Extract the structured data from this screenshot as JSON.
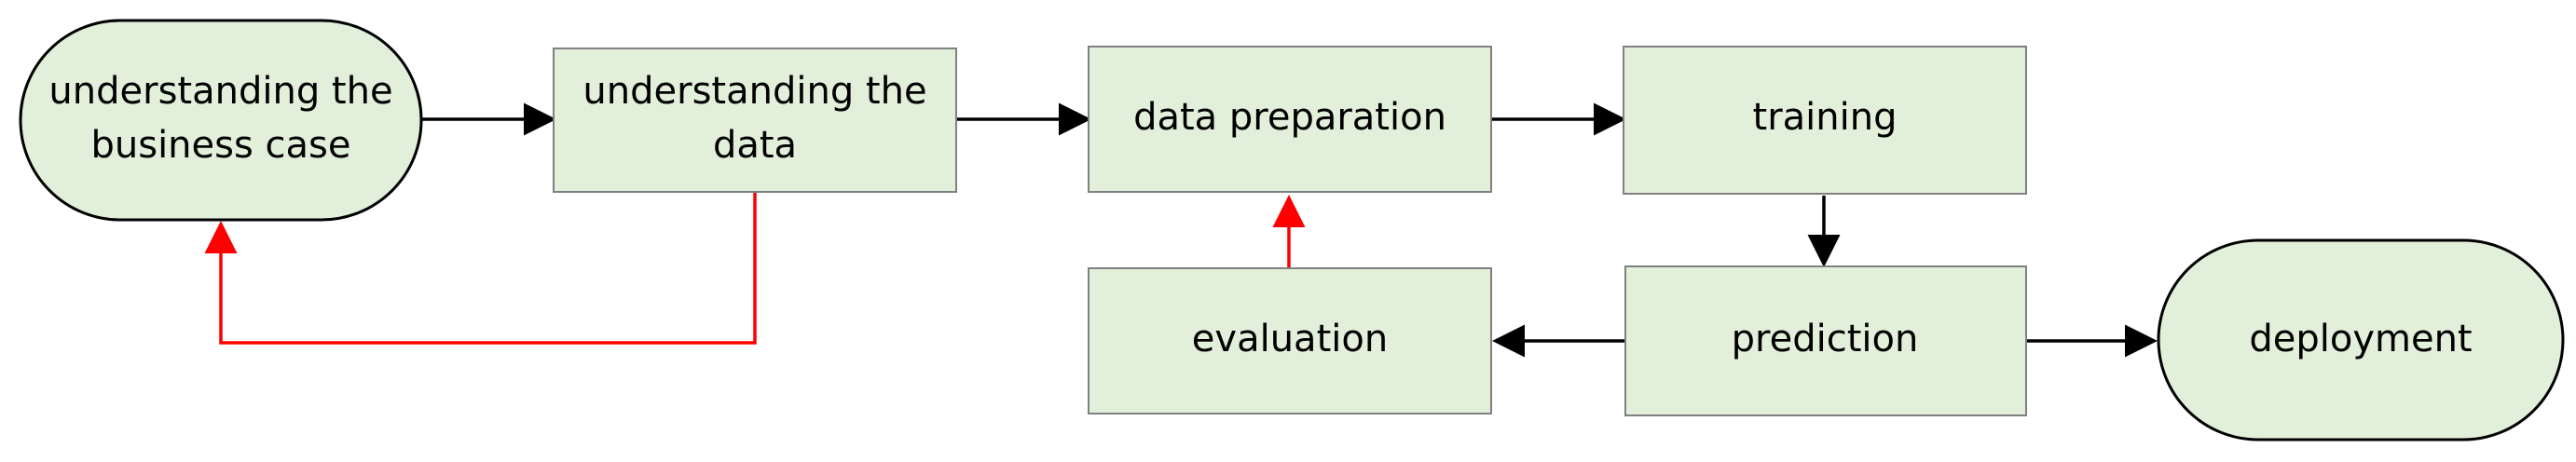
{
  "colors": {
    "node_fill": "#e2efda",
    "node_stroke_rect": "#808080",
    "node_stroke_terminal": "#000000",
    "flow_arrow": "#000000",
    "feedback_arrow": "#ff0000",
    "background": "#ffffff"
  },
  "nodes": {
    "business": {
      "line1": "understanding the",
      "line2": "business case"
    },
    "data": {
      "line1": "understanding the",
      "line2": "data"
    },
    "preparation": {
      "label": "data preparation"
    },
    "training": {
      "label": "training"
    },
    "evaluation": {
      "label": "evaluation"
    },
    "prediction": {
      "label": "prediction"
    },
    "deployment": {
      "label": "deployment"
    }
  }
}
